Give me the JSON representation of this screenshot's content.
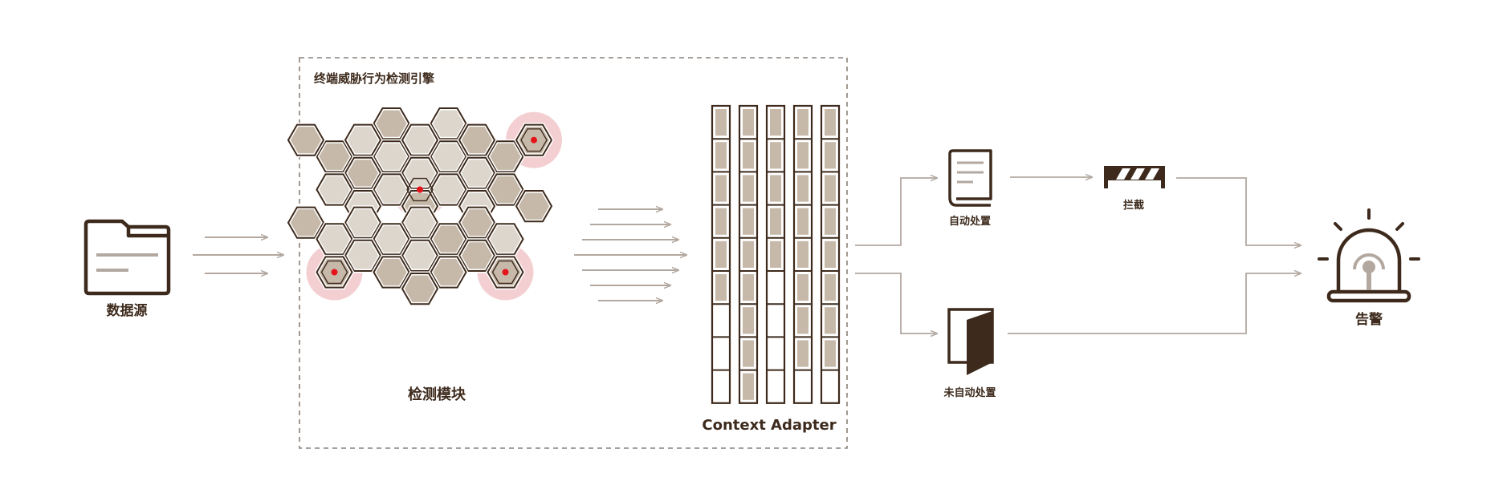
{
  "diagram": {
    "engine_title": "终端威胁行为检测引擎",
    "source_label": "数据源",
    "detection_label": "检测模块",
    "adapter_label": "Context Adapter",
    "auto_label": "自动处置",
    "manual_label": "未自动处置",
    "block_label": "拦截",
    "alert_label": "告警"
  },
  "colors": {
    "dark": "#3d2a1c",
    "hex_fill_dark": "#c6b9a9",
    "hex_fill_light": "#dcd6cc",
    "highlight": "#f4cfd2",
    "dot": "#e5141b",
    "arrow": "#b3a8a0",
    "border": "#8a8078"
  }
}
